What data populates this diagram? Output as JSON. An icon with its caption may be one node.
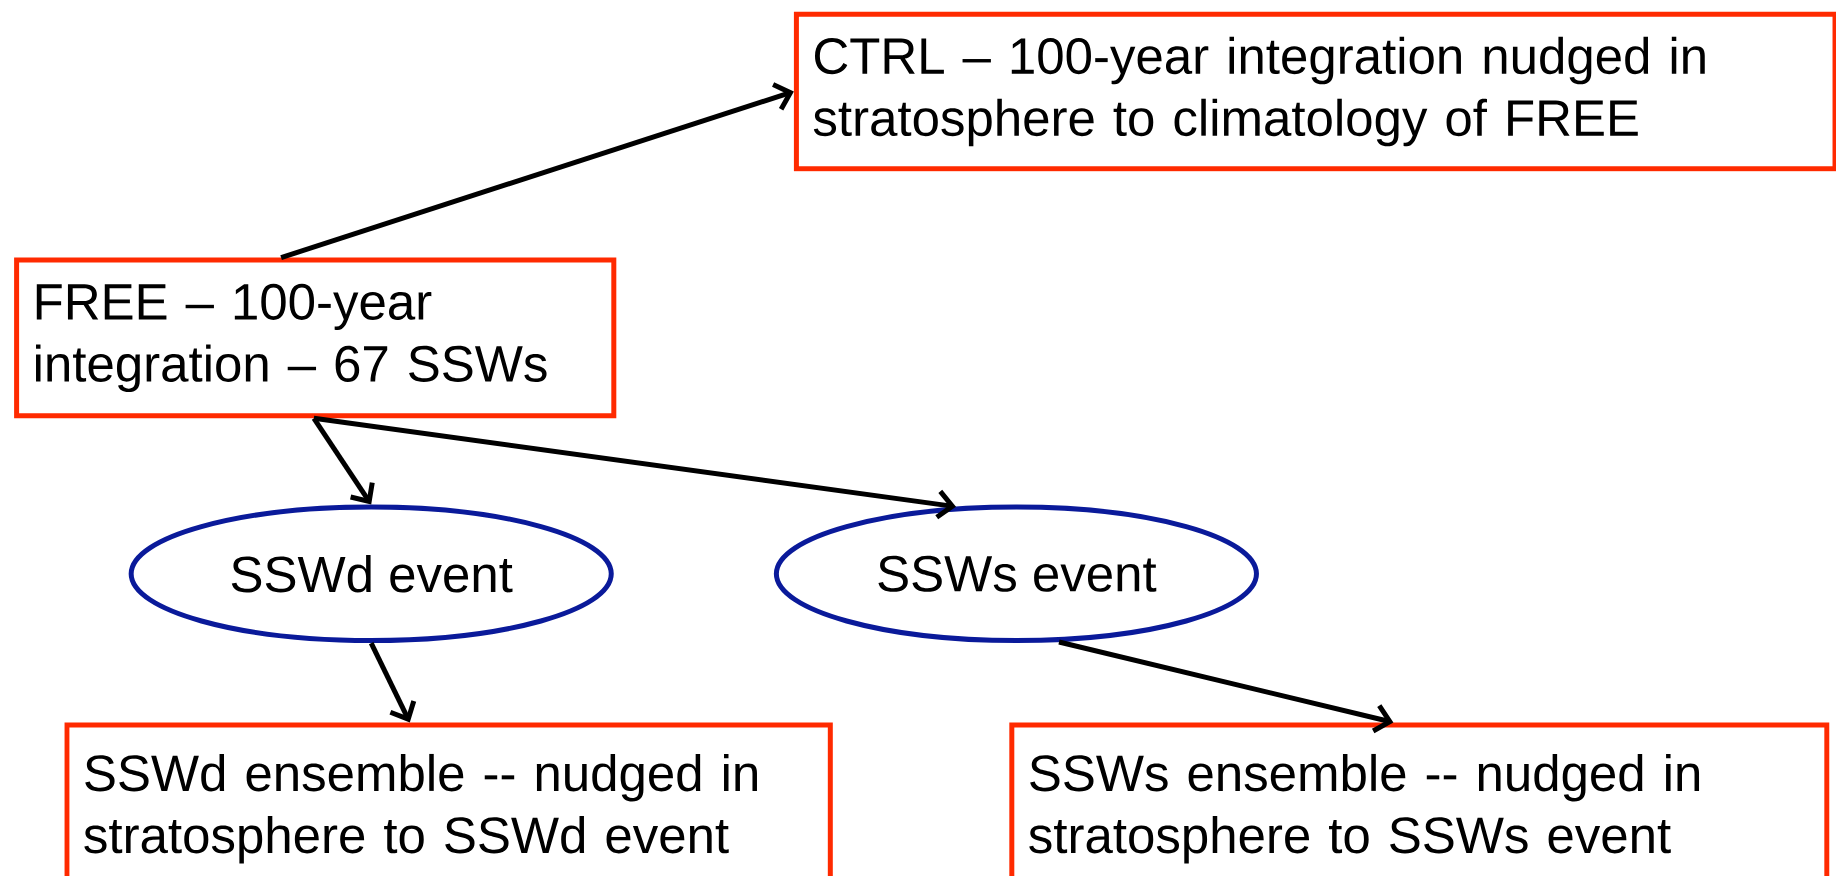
{
  "diagram": {
    "nodes": [
      {
        "text": [
          "CTRL – 100-year integration nudged in stratosphere to climatology of FREE"
        ]
      },
      {
        "text": [
          "FREE – 100-year integration – 67 SSWs"
        ]
      },
      {
        "text": [
          "SSWd event"
        ]
      },
      {
        "text": [
          "SSWs event"
        ]
      },
      {
        "text": [
          "SSWd ensemble -- nudged in stratosphere to SSWd event"
        ]
      },
      {
        "text": [
          "SSWs ensemble -- nudged in stratosphere to SSWs event"
        ]
      }
    ],
    "edges": [
      {
        "from": 1,
        "to": 0,
        "arrow": "to"
      },
      {
        "from": 1,
        "to": 2,
        "arrow": "to"
      },
      {
        "from": 1,
        "to": 3,
        "arrow": "to"
      },
      {
        "from": 2,
        "to": 4,
        "arrow": "to"
      },
      {
        "from": 3,
        "to": 5,
        "arrow": "to"
      }
    ]
  }
}
